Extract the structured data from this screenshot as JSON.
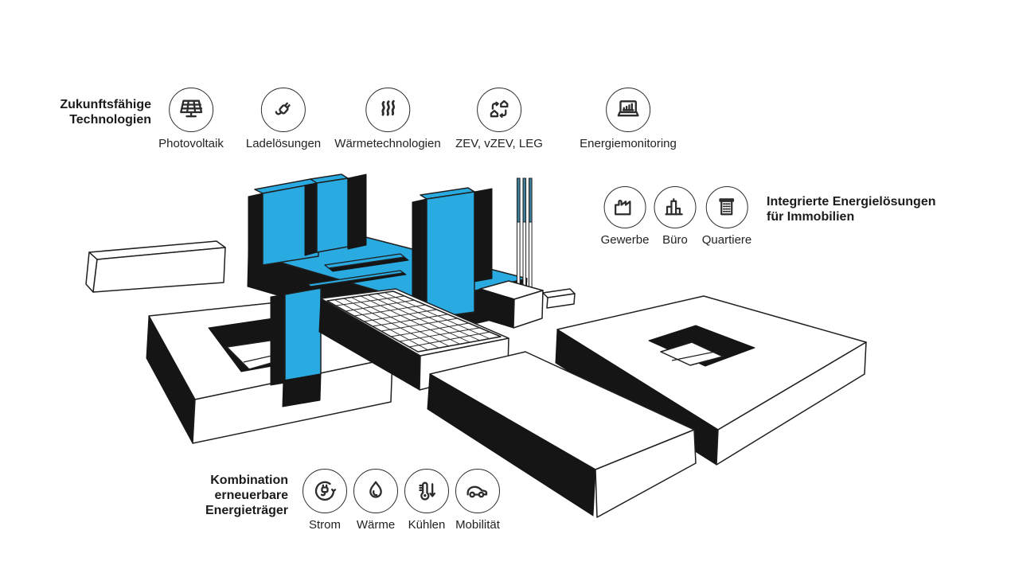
{
  "colors": {
    "accent_cyan": "#29ABE2",
    "pole_blue": "#3E7E99",
    "outline": "#1F1F1F"
  },
  "groups": {
    "technologies": {
      "title_lines": [
        "Zukunftsfähige",
        "Technologien"
      ],
      "items": [
        {
          "icon": "solar-panel-icon",
          "label": "Photovoltaik"
        },
        {
          "icon": "plug-icon",
          "label": "Ladelösungen"
        },
        {
          "icon": "heat-waves-icon",
          "label": "Wärmetechnologien"
        },
        {
          "icon": "houses-exchange-icon",
          "label": "ZEV, vZEV, LEG"
        },
        {
          "icon": "laptop-chart-icon",
          "label": "Energiemonitoring"
        }
      ]
    },
    "real_estate": {
      "title_lines": [
        "Integrierte Energielösungen",
        "für Immobilien"
      ],
      "items": [
        {
          "icon": "factory-icon",
          "label": "Gewerbe"
        },
        {
          "icon": "office-towers-icon",
          "label": "Büro"
        },
        {
          "icon": "apartment-block-icon",
          "label": "Quartiere"
        }
      ]
    },
    "energy_carriers": {
      "title_lines": [
        "Kombination",
        "erneuerbare",
        "Energieträger"
      ],
      "items": [
        {
          "icon": "electricity-plug-icon",
          "label": "Strom"
        },
        {
          "icon": "flame-icon",
          "label": "Wärme"
        },
        {
          "icon": "thermometer-down-icon",
          "label": "Kühlen"
        },
        {
          "icon": "car-icon",
          "label": "Mobilität"
        }
      ]
    }
  },
  "illustration": {
    "style": "isometric black/white line drawing with cyan highlighted complex",
    "highlighted_building": "office complex with three cyan towers",
    "elements": [
      "thin bar building",
      "left courtyard building",
      "cyan office complex with roof slots",
      "solar panel field",
      "plant cube with three chimneys",
      "right courtyard building",
      "long front slab building"
    ]
  }
}
